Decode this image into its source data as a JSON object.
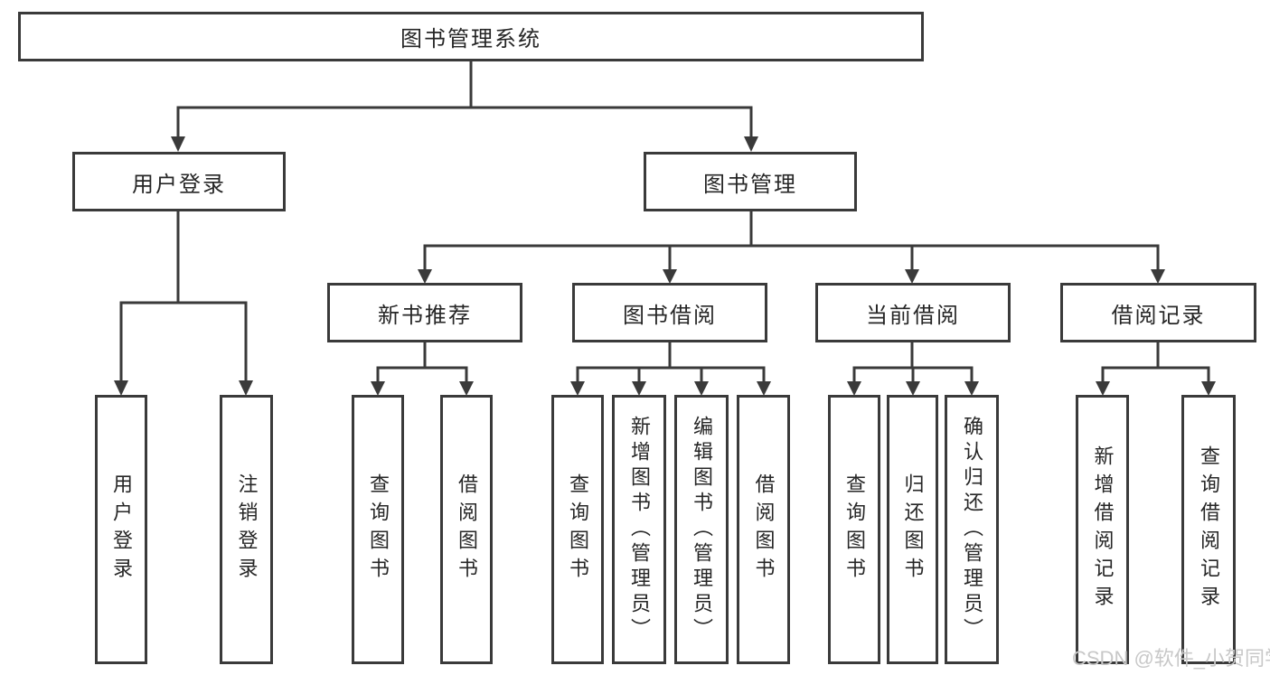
{
  "diagram": {
    "title": "图书管理系统",
    "root": {
      "label": "图书管理系统"
    },
    "level2": [
      {
        "label": "用户登录"
      },
      {
        "label": "图书管理"
      }
    ],
    "level3": [
      {
        "label": "新书推荐"
      },
      {
        "label": "图书借阅"
      },
      {
        "label": "当前借阅"
      },
      {
        "label": "借阅记录"
      }
    ],
    "leaves": {
      "user_login": [
        {
          "label": "用户登录"
        },
        {
          "label": "注销登录"
        }
      ],
      "new_book": [
        {
          "label": "查询图书"
        },
        {
          "label": "借阅图书"
        }
      ],
      "book_borrow": [
        {
          "label": "查询图书"
        },
        {
          "label": "新增图书（管理员）"
        },
        {
          "label": "编辑图书（管理员）"
        },
        {
          "label": "借阅图书"
        }
      ],
      "current_borrow": [
        {
          "label": "查询图书"
        },
        {
          "label": "归还图书"
        },
        {
          "label": "确认归还（管理员）"
        }
      ],
      "borrow_record": [
        {
          "label": "新增借阅记录"
        },
        {
          "label": "查询借阅记录"
        }
      ]
    }
  },
  "watermark": "CSDN @软件_小贺同学",
  "colors": {
    "line": "#3a3a3a",
    "text": "#262626",
    "background": "#ffffff",
    "watermark": "#c8c8c8"
  }
}
